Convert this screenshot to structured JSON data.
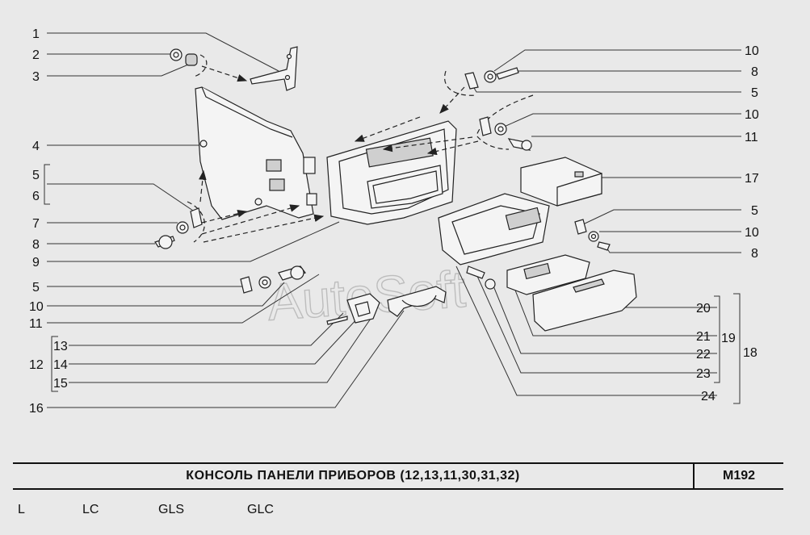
{
  "callouts": {
    "left": [
      "1",
      "2",
      "3",
      "4",
      "5",
      "6",
      "7",
      "8",
      "9",
      "5",
      "10",
      "11",
      "13",
      "14",
      "15",
      "12",
      "16"
    ],
    "right": [
      "10",
      "8",
      "5",
      "10",
      "11",
      "17",
      "5",
      "10",
      "8",
      "20",
      "21",
      "22",
      "23",
      "24",
      "19",
      "18"
    ]
  },
  "watermark": "AutoSoft",
  "title": "КОНСОЛЬ  ПАНЕЛИ  ПРИБОРОВ  (12,13,11,30,31,32)",
  "code": "М192",
  "trim_levels": [
    "L",
    "LC",
    "GLS",
    "GLC"
  ],
  "colors": {
    "background": "#e9e9e9",
    "ink": "#111111"
  }
}
